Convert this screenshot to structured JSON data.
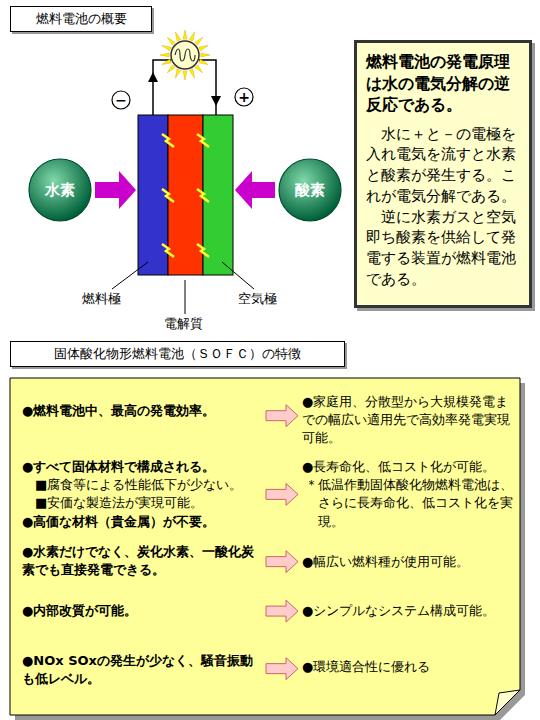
{
  "diagram": {
    "nodes": [
      {
        "text": [
          "燃料電池の概要"
        ]
      },
      {
        "text": [
          "−"
        ]
      },
      {
        "text": [
          "+"
        ]
      },
      {
        "text": [
          "水素"
        ]
      },
      {
        "text": [
          "酸素"
        ]
      },
      {
        "text": [
          "燃料電池の発電原理は水の電気分解の逆反応である。",
          "水に＋と－の電極を入れ電気を流すと水素と酸素が発生する。これが電気分解である。",
          "逆に水素ガスと空気即ち酸素を供給して発電する装置が燃料電池である。"
        ]
      },
      {
        "text": [
          "固体酸化物形燃料電池（ＳＯＦＣ）の特徴"
        ]
      },
      {
        "text": [
          "●燃料電池中、最高の発電効率。"
        ]
      },
      {
        "text": [
          "●家庭用、分散型から大規模発電までの幅広い適用先で高効率発電実現可能。"
        ]
      },
      {
        "text": [
          "●すべて固体材料で構成される。",
          "■腐食等による性能低下が少ない。",
          "■安価な製造法が実現可能。",
          "●高価な材料（貴金属）が不要。"
        ]
      },
      {
        "text": [
          "●長寿命化、低コスト化が可能。",
          "＊低温作動固体酸化物燃料電池は、さらに長寿命化、低コスト化を実現。"
        ]
      },
      {
        "text": [
          "●水素だけでなく、炭化水素、一酸化炭素でも直接発電できる。"
        ]
      },
      {
        "text": [
          "●幅広い燃料種が使用可能。"
        ]
      },
      {
        "text": [
          "●内部改質が可能。"
        ]
      },
      {
        "text": [
          "●シンプルなシステム構成可能。"
        ]
      },
      {
        "text": [
          "●NOx SOxの発生が少なく、騒音振動も低レベル。"
        ]
      },
      {
        "text": [
          "●環境適合性に優れる"
        ]
      }
    ],
    "edges": [
      {
        "from": 7,
        "to": 8,
        "arrow": "to"
      },
      {
        "from": 9,
        "to": 10,
        "arrow": "to"
      },
      {
        "from": 11,
        "to": 12,
        "arrow": "to"
      },
      {
        "from": 13,
        "to": 14,
        "arrow": "to"
      },
      {
        "from": 15,
        "to": 16,
        "arrow": "to"
      }
    ],
    "labels": [
      "燃料極",
      "電解質",
      "空気極"
    ]
  }
}
